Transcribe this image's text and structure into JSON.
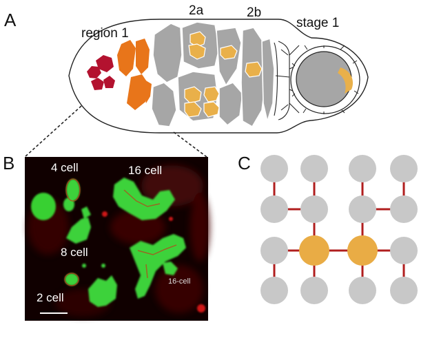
{
  "panel_letters": {
    "a": "A",
    "b": "B",
    "c": "C"
  },
  "panel_a": {
    "labels": {
      "region1": "region 1",
      "region2a": "2a",
      "region2b": "2b",
      "stage1": "stage 1"
    }
  },
  "panel_b": {
    "labels": {
      "cell4": "4 cell",
      "cell16": "16 cell",
      "cell8": "8 cell",
      "cell2": "2 cell",
      "cell16_small": "16-cell"
    }
  },
  "panel_c": {
    "grid_rows": 4,
    "grid_cols": 4,
    "highlighted_nodes": [
      [
        2,
        1
      ],
      [
        2,
        2
      ]
    ],
    "links": [
      [
        [
          0,
          0
        ],
        [
          1,
          0
        ]
      ],
      [
        [
          0,
          1
        ],
        [
          1,
          1
        ]
      ],
      [
        [
          0,
          2
        ],
        [
          1,
          2
        ]
      ],
      [
        [
          0,
          3
        ],
        [
          1,
          3
        ]
      ],
      [
        [
          1,
          0
        ],
        [
          1,
          1
        ]
      ],
      [
        [
          1,
          2
        ],
        [
          1,
          3
        ]
      ],
      [
        [
          1,
          1
        ],
        [
          2,
          1
        ]
      ],
      [
        [
          1,
          2
        ],
        [
          2,
          2
        ]
      ],
      [
        [
          2,
          0
        ],
        [
          2,
          1
        ]
      ],
      [
        [
          2,
          1
        ],
        [
          2,
          2
        ]
      ],
      [
        [
          2,
          2
        ],
        [
          2,
          3
        ]
      ],
      [
        [
          2,
          0
        ],
        [
          3,
          0
        ]
      ],
      [
        [
          2,
          1
        ],
        [
          3,
          1
        ]
      ],
      [
        [
          2,
          2
        ],
        [
          3,
          2
        ]
      ],
      [
        [
          2,
          3
        ],
        [
          3,
          3
        ]
      ]
    ]
  },
  "colors": {
    "germ_red": "#b3122f",
    "germ_orange": "#e8751a",
    "nurse_gray": "#a6a6a6",
    "oocyte_gold": "#e9b04a",
    "link_red": "#b01e1e",
    "node_gray": "#c8c8c8",
    "node_gold": "#e9ac45",
    "micro_green": "#3ed23a",
    "micro_background": "#0a0000"
  }
}
